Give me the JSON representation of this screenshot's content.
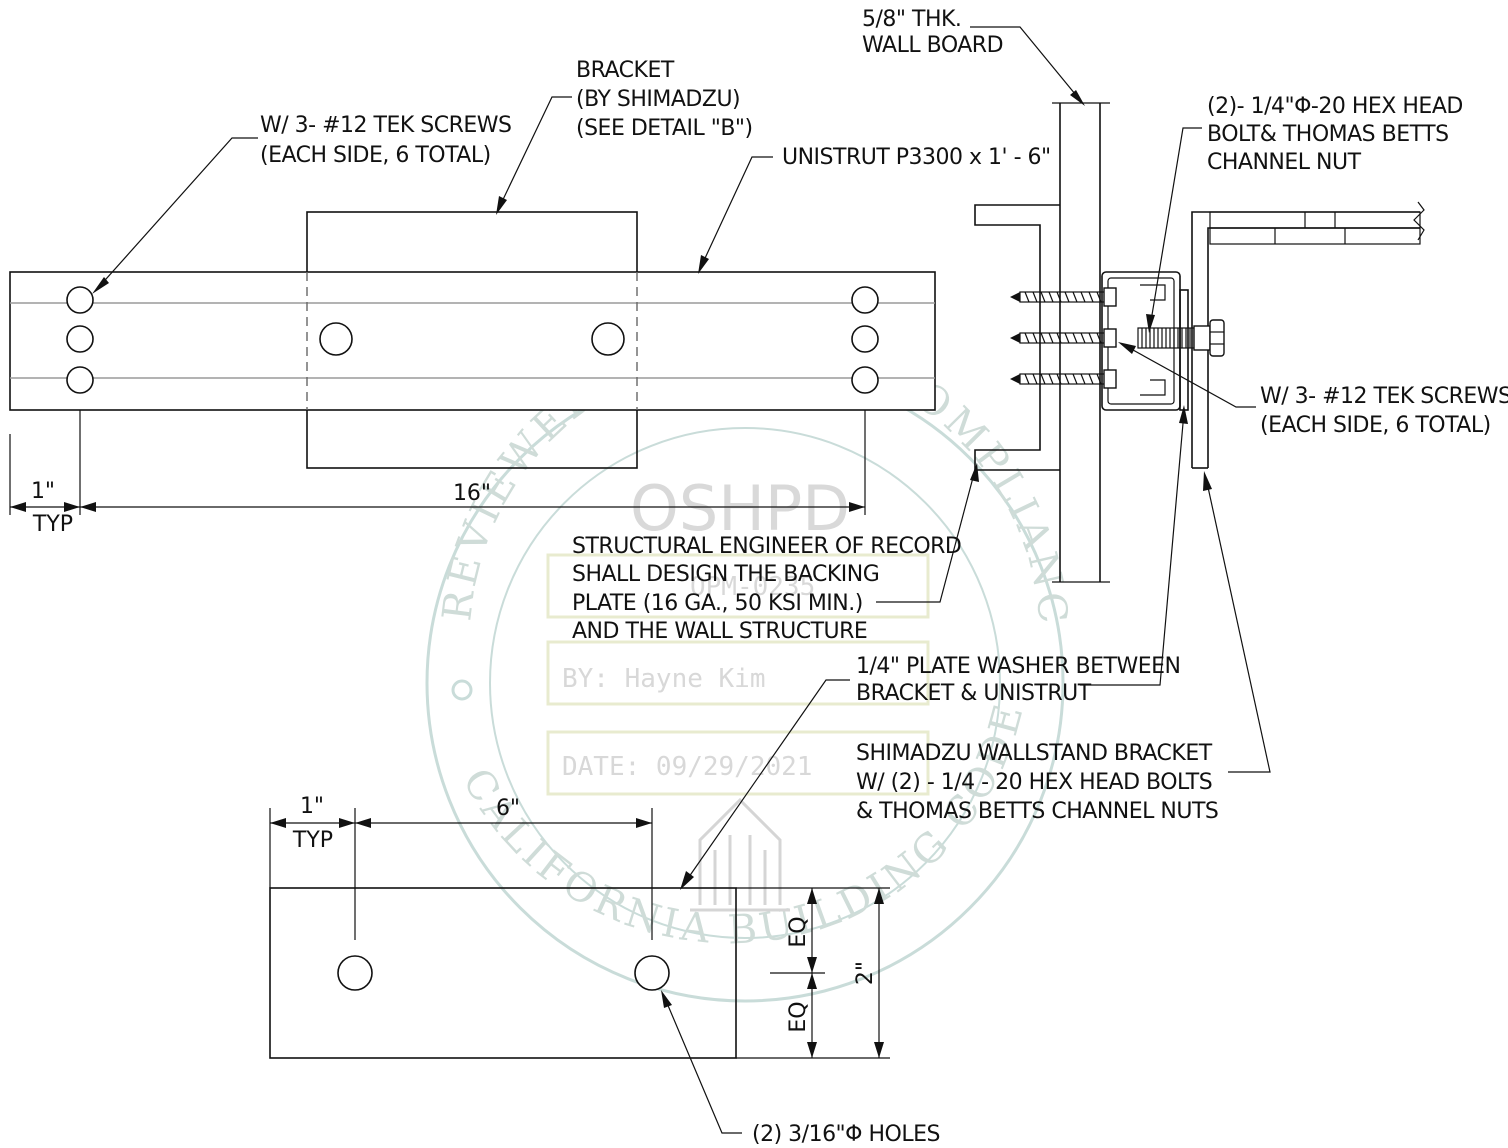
{
  "stamp": {
    "ring_top": "REVIEWED FOR CODE COMPLIANCE",
    "ring_bottom": "CALIFORNIA BUILDING CODE",
    "agency": "OSHPD",
    "project_number": "OPM-0235",
    "reviewer": "BY: Hayne Kim",
    "date": "DATE: 09/29/2021",
    "colors": {
      "ring": "#c9dcd9",
      "field_box": "#e8ebcf",
      "text": "#d8d8d8"
    }
  },
  "elevation": {
    "note_screws": [
      "W/ 3- #12 TEK SCREWS",
      "(EACH SIDE, 6 TOTAL)"
    ],
    "note_bracket": [
      "BRACKET",
      "(BY SHIMADZU)",
      "(SEE DETAIL \"B\")"
    ],
    "note_unistrut": "UNISTRUT P3300 x 1' - 6\"",
    "dim_edge": "1\"",
    "dim_edge_sub": "TYP",
    "dim_span": "16\""
  },
  "section": {
    "note_wallboard": [
      "5/8\" THK.",
      "WALL BOARD"
    ],
    "note_bolt": [
      "(2)- 1/4\"Φ-20 HEX HEAD",
      "BOLT& THOMAS BETTS",
      "CHANNEL NUT"
    ],
    "note_screws": [
      "W/ 3- #12 TEK SCREWS",
      "(EACH SIDE, 6 TOTAL)"
    ],
    "note_engineer": [
      "STRUCTURAL ENGINEER OF RECORD",
      "SHALL DESIGN THE BACKING",
      "PLATE (16 GA., 50 KSI MIN.)",
      "AND THE WALL STRUCTURE"
    ],
    "note_washer": [
      "1/4\" PLATE WASHER BETWEEN",
      "BRACKET & UNISTRUT"
    ],
    "note_wallstand": [
      "SHIMADZU WALLSTAND BRACKET",
      "W/ (2) - 1/4 - 20 HEX HEAD BOLTS",
      "& THOMAS BETTS CHANNEL NUTS"
    ]
  },
  "washer_detail": {
    "dim_edge": "1\"",
    "dim_edge_sub": "TYP",
    "dim_spacing": "6\"",
    "dim_eq_top": "EQ",
    "dim_eq_bottom": "EQ",
    "dim_height": "2\"",
    "note_holes": "(2) 3/16\"Φ HOLES"
  }
}
